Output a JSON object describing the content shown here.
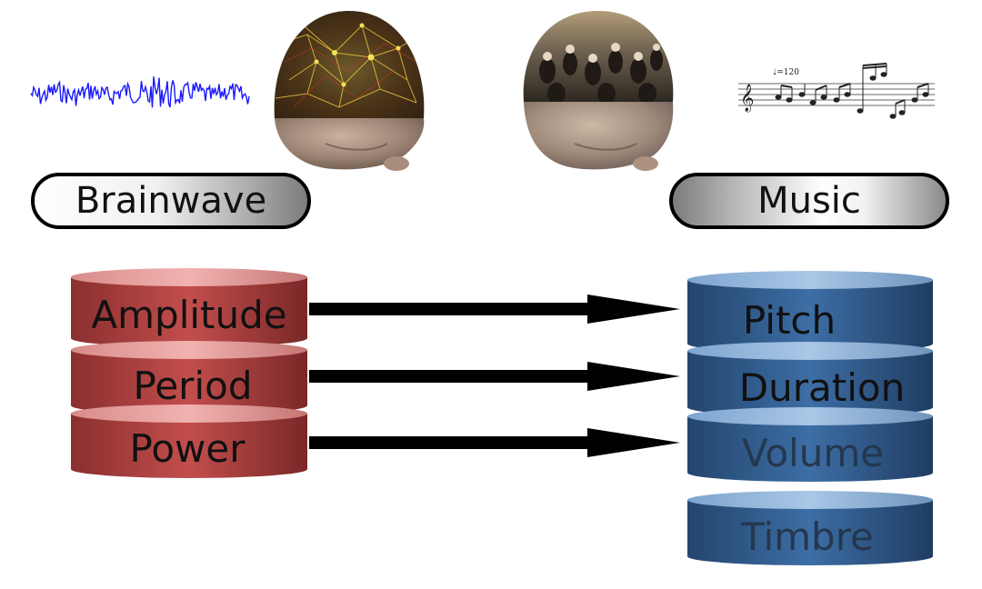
{
  "labels": {
    "brainwave": "Brainwave",
    "music": "Music"
  },
  "brainwave_features": [
    "Amplitude",
    "Period",
    "Power"
  ],
  "music_features": [
    "Pitch",
    "Duration",
    "Volume",
    "Timbre"
  ],
  "score_tempo": "♩=120",
  "colors": {
    "brainwave_cylinder": "#a8403f",
    "music_cylinder": "#2f5a8a",
    "eeg_wave": "#1a1aff",
    "arrow": "#000000"
  },
  "icons": {
    "eeg_head": "head-with-neural-network",
    "music_head": "head-with-orchestra",
    "waveform": "eeg-waveform",
    "score": "sheet-music"
  }
}
